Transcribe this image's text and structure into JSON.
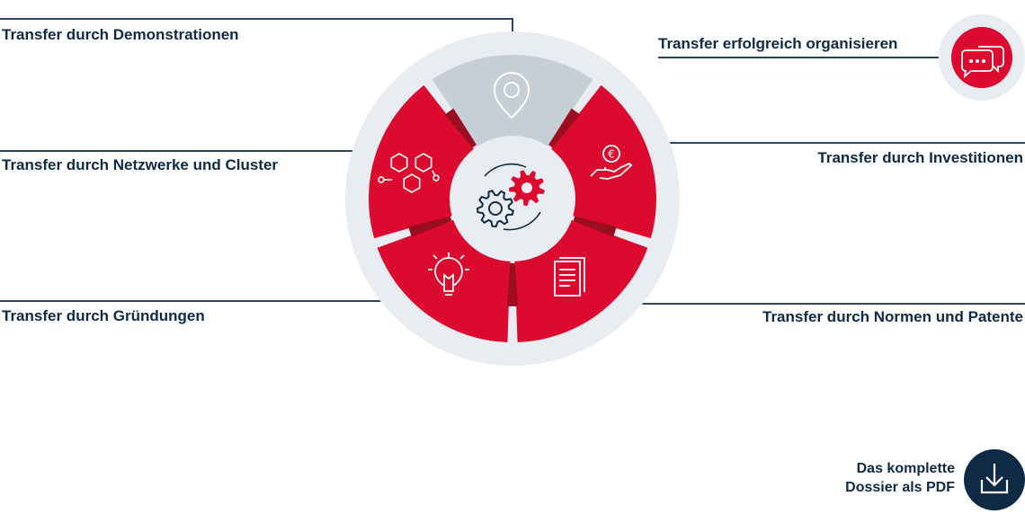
{
  "labels": {
    "demonstrationen": "Transfer durch Demonstrationen",
    "netzwerke": "Transfer durch Netzwerke und Cluster",
    "gruendungen": "Transfer durch Gründungen",
    "organisieren": "Transfer erfolgreich organisieren",
    "investitionen": "Transfer durch Investitionen",
    "normen": "Transfer durch Normen und Patente"
  },
  "download": {
    "line1": "Das komplette",
    "line2": "Dossier als PDF"
  },
  "colors": {
    "accent_red": "#dc0a2e",
    "dark_red": "#9b0e22",
    "navy": "#0f2a44",
    "light_gray": "#e9edf1",
    "segment_gray": "#c6ced6"
  },
  "icons": {
    "center": "gears-icon",
    "top": "location-pin-icon",
    "right": "hand-euro-icon",
    "bottom_right": "document-icon",
    "bottom_left": "lightbulb-icon",
    "left": "molecule-network-icon",
    "organisieren": "chat-bubbles-icon",
    "download": "download-icon"
  }
}
